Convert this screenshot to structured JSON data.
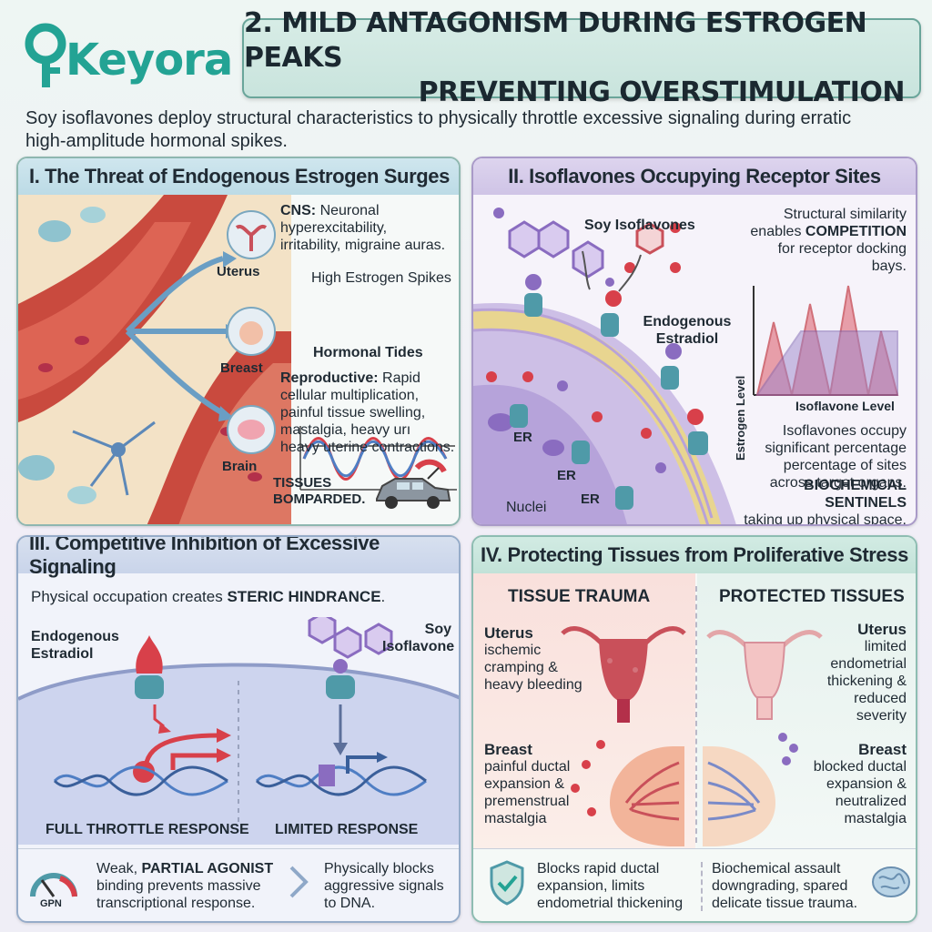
{
  "header": {
    "logo_text": "Keyora",
    "title_line1": "2. MILD ANTAGONISM DURING ESTROGEN PEAKS",
    "title_line2": "PREVENTING OVERSTIMULATION",
    "intro_line1": "Soy isoflavones deploy structural characteristics to physically throttle excessive signaling during erratic",
    "intro_line2": "high-amplitude hormonal spikes."
  },
  "panel1": {
    "title": "I. The Threat of Endogenous Estrogen Surges",
    "organ_uterus": "Uterus",
    "organ_breast": "Breast",
    "organ_brain": "Brain",
    "cns_label": "CNS:",
    "cns_text_1": "Neuronal",
    "cns_text_2": "hyperexcitability,",
    "cns_text_3": "irritability, migraine auras.",
    "spikes_label": "High Estrogen Spikes",
    "tides_label": "Hormonal Tides",
    "repro_label": "Reproductive:",
    "repro_text_1": "Rapid",
    "repro_text_2": "cellular multiplication,",
    "repro_text_3": "painful tissue swelling,",
    "repro_text_4": "mastalgia, heavy urı",
    "repro_text_5": "heavy uterine contractions.",
    "tissues_1": "TISSUES",
    "tissues_2": "BOMPARDED."
  },
  "panel2": {
    "title": "II. Isoflavones Occupying Receptor Sites",
    "soy_label": "Soy Isoflavones",
    "structural_1": "Structural similarity",
    "structural_2": "enables",
    "structural_bold": "COMPETITION",
    "structural_3": "for receptor docking bays.",
    "endogenous_1": "Endogenous",
    "endogenous_2": "Estradiol",
    "y_axis": "Estrogen Level",
    "x_axis": "Isoflavone Level",
    "occupy_1": "Isoflavones occupy",
    "occupy_2": "significant percentage",
    "occupy_3": "percentage of sites",
    "occupy_4": "across target organs.",
    "er_1": "ER",
    "er_2": "ER",
    "er_3": "ER",
    "nuclei": "Nuclei",
    "sentinel_bold": "BIOCHEMICAL SENTINELS",
    "sentinel_2": "taking up physical space."
  },
  "panel3": {
    "title": "III. Competitive Inhibition of Excessive Signaling",
    "physical_1": "Physical occupation creates",
    "physical_bold": "STERIC HINDRANCE",
    "physical_end": ".",
    "endogenous_1": "Endogenous",
    "endogenous_2": "Estradiol",
    "soy_1": "Soy",
    "soy_2": "Isoflavone",
    "full": "FULL THROTTLE RESPONSE",
    "limited": "LIMITED RESPONSE",
    "gauge_label": "GPN",
    "weak_1": "Weak,",
    "weak_bold": "PARTIAL AGONIST",
    "weak_2": "binding prevents massive",
    "weak_3": "transcriptional response.",
    "blocks_1": "Physically blocks",
    "blocks_2": "aggressive signals",
    "blocks_3": "to DNA."
  },
  "panel4": {
    "title": "IV. Protecting Tissues from Proliferative Stress",
    "trauma_head": "TISSUE TRAUMA",
    "protected_head": "PROTECTED TISSUES",
    "l_uterus": "Uterus",
    "l_uterus_1": "ischemic",
    "l_uterus_2": "cramping &",
    "l_uterus_3": "heavy bleeding",
    "r_uterus": "Uterus",
    "r_uterus_1": "limited",
    "r_uterus_2": "endometrial",
    "r_uterus_3": "thickening &",
    "r_uterus_4": "reduced severity",
    "l_breast": "Breast",
    "l_breast_1": "painful ductal",
    "l_breast_2": "expansion &",
    "l_breast_3": "premenstrual",
    "l_breast_4": "mastalgia",
    "r_breast": "Breast",
    "r_breast_1": "blocked ductal",
    "r_breast_2": "expansion &",
    "r_breast_3": "neutralized",
    "r_breast_4": "mastalgia",
    "foot_l_1": "Blocks rapid ductal",
    "foot_l_2": "expansion, limits",
    "foot_l_3": "endometrial thickening",
    "foot_r_1": "Biochemical assault",
    "foot_r_2": "downgrading, spared",
    "foot_r_3": "delicate tissue trauma."
  },
  "colors": {
    "teal": "#23a394",
    "estradiol_red": "#d8404a",
    "isoflavone_purple": "#8a6cc0",
    "receptor_teal": "#4f9aa8"
  }
}
